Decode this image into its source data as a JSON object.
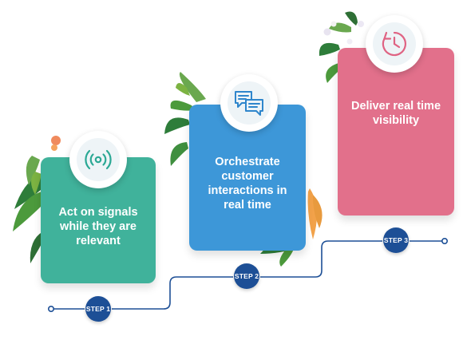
{
  "steps": [
    {
      "step_label": "STEP 1",
      "text": "Act on signals while they are relevant",
      "icon": "signal-broadcast-icon",
      "color": "#40b29b"
    },
    {
      "step_label": "STEP 2",
      "text": "Orchestrate customer interactions in real time",
      "icon": "chat-bubbles-icon",
      "color": "#3d97d8"
    },
    {
      "step_label": "STEP 3",
      "text": "Deliver real time visibility",
      "icon": "clock-icon",
      "color": "#e2708b"
    }
  ],
  "colors": {
    "connector": "#1d4f96",
    "foliage_dark": "#2e7d3a",
    "foliage_light": "#7cb342",
    "flower": "#f08a5d"
  }
}
